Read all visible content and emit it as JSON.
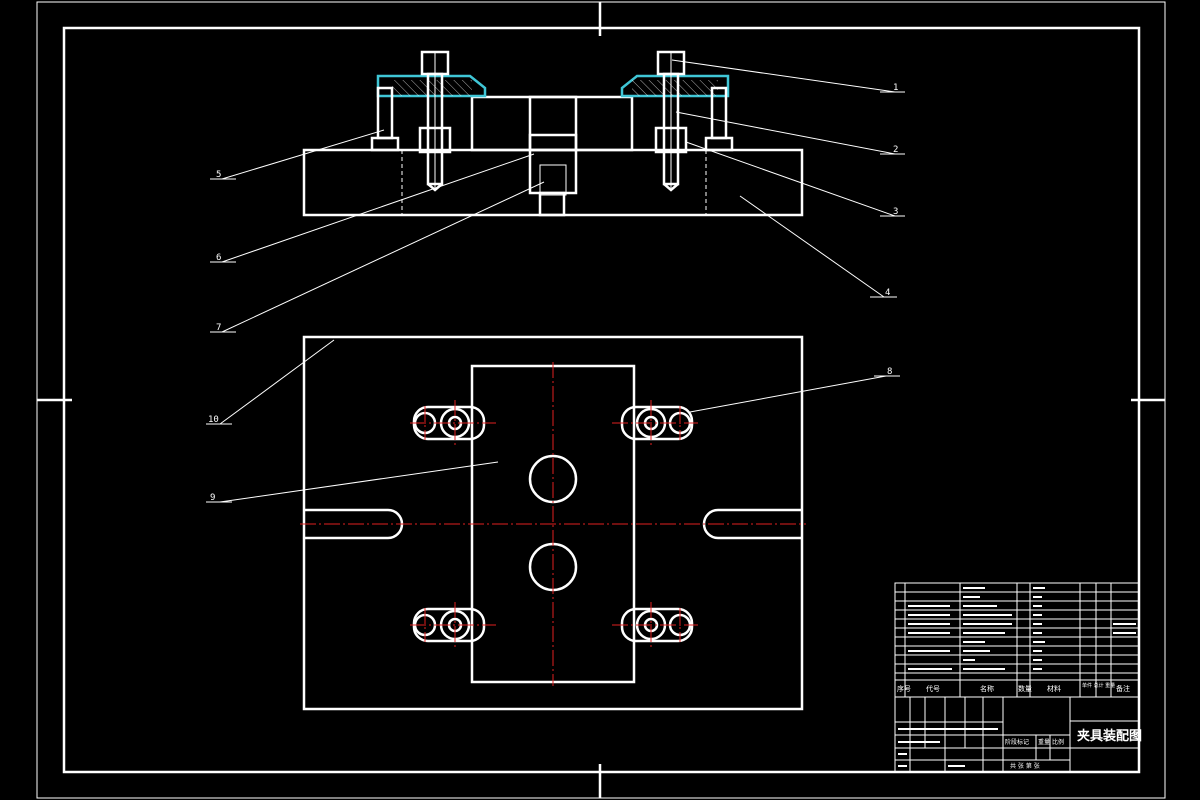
{
  "drawing": {
    "title": "夹具装配图",
    "callouts": [
      "1",
      "2",
      "3",
      "4",
      "5",
      "6",
      "7",
      "8",
      "9",
      "10"
    ]
  },
  "title_block": {
    "header": {
      "seq": "序号",
      "code": "代号",
      "name": "名称",
      "qty": "数量",
      "material": "材料",
      "weight": "单件 总计 重量",
      "remark": "备注"
    },
    "lower_labels": {
      "stage": "阶段标记",
      "weight": "重量",
      "scale": "比例",
      "sheet": "共 张 第 张"
    }
  },
  "colors": {
    "lines": "#ffffff",
    "centerlines": "#e02020",
    "knob": "#3fc6d6",
    "background": "#000000"
  }
}
